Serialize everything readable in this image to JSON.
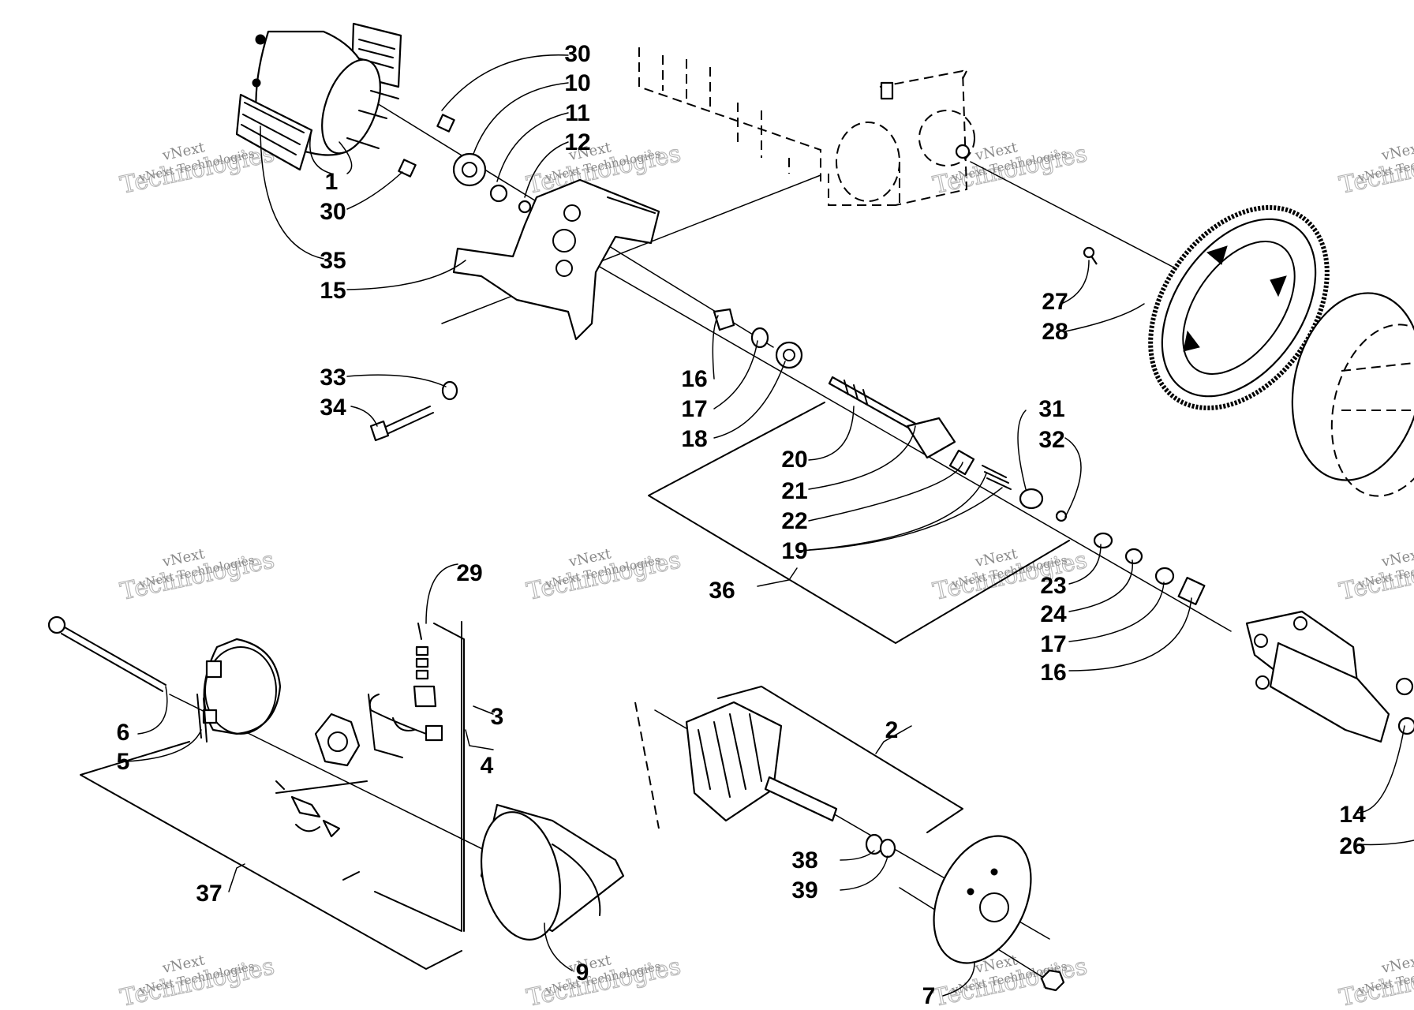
{
  "diagram": {
    "labels": [
      "1",
      "2",
      "3",
      "4",
      "5",
      "6",
      "7",
      "9",
      "10",
      "11",
      "12",
      "14",
      "15",
      "16",
      "16",
      "17",
      "17",
      "18",
      "19",
      "20",
      "21",
      "22",
      "23",
      "24",
      "26",
      "27",
      "28",
      "29",
      "30",
      "30",
      "31",
      "32",
      "33",
      "34",
      "35",
      "36",
      "37",
      "38",
      "39"
    ],
    "watermark": {
      "line1": "vNext",
      "line2": "Technologies",
      "line3": "vNext Technologies"
    }
  }
}
